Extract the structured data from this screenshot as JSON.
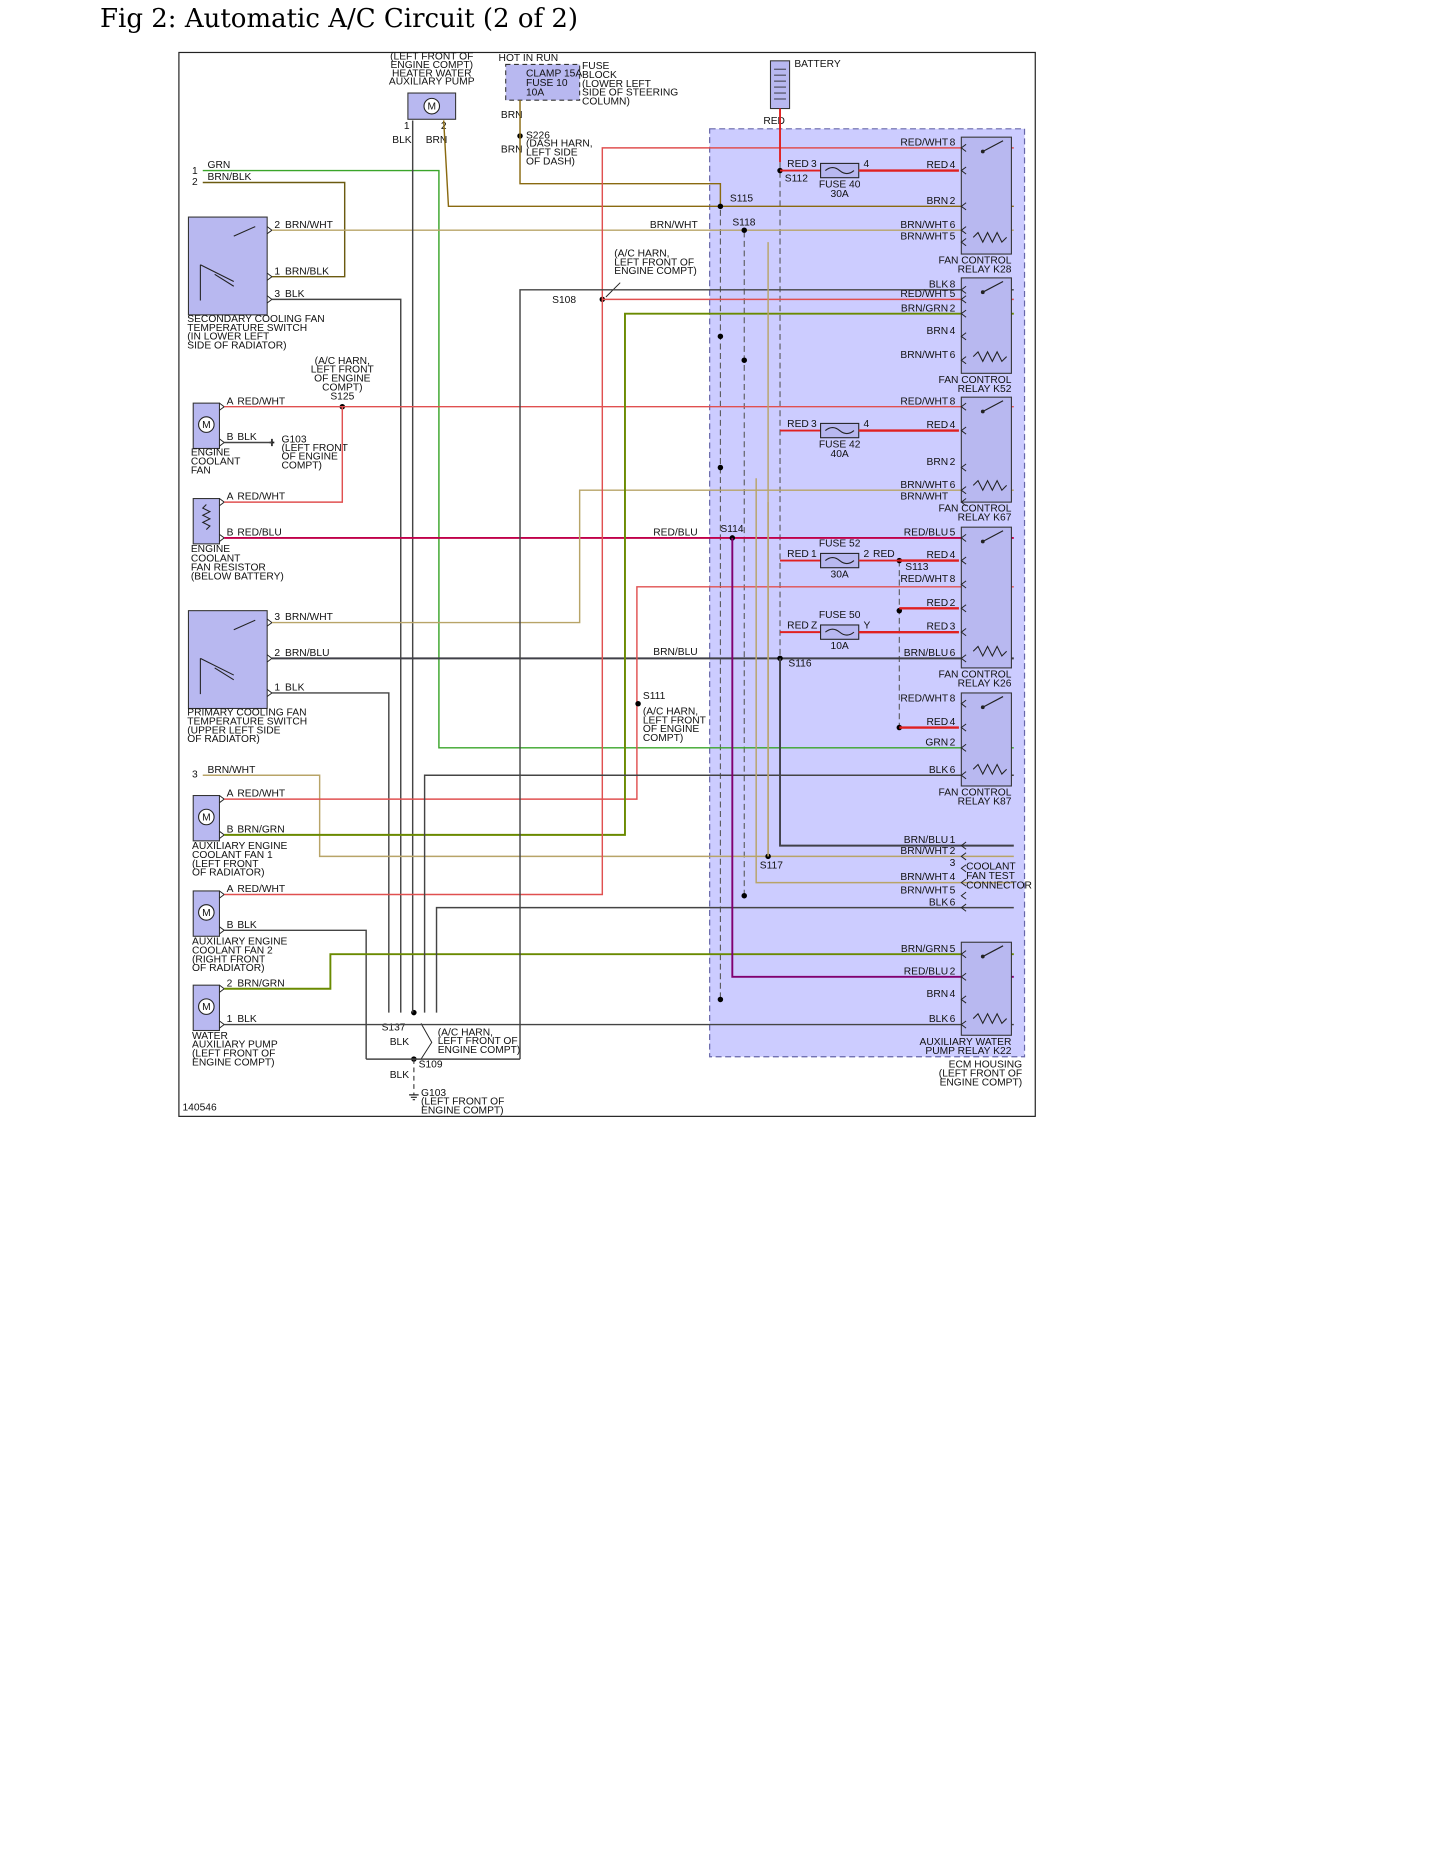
{
  "page": {
    "title": "Fig 2: Automatic A/C Circuit (2 of 2)",
    "figure_id": "140546"
  },
  "colors": {
    "red": "#e02020",
    "brn": "#8a6a10",
    "grn": "#3aa52a",
    "blk": "#444444",
    "red_wht": "#e05050",
    "brn_wht": "#b8a468",
    "brn_blk": "#6b5a10",
    "red_blu": "#c0004a",
    "brn_grn": "#6a8a00",
    "brn_blu": "#404048",
    "purple": "#800070",
    "housing_fill": "#ccccff",
    "housing_stroke": "#6666aa",
    "component_fill": "#b8b8f0"
  },
  "components": {
    "heater_pump": {
      "label": "(LEFT FRONT OF\nENGINE COMPT)\nHEATER WATER\nAUXILIARY PUMP",
      "pin1": "1",
      "pin2": "2",
      "w1": "BLK",
      "w2": "BRN"
    },
    "hot_in_run": "HOT IN RUN",
    "fuse_block": {
      "clamp": "CLAMP 15A",
      "fuse": "FUSE 10",
      "rating": "10A",
      "label": "FUSE\nBLOCK\n(LOWER LEFT\nSIDE OF STEERING\nCOLUMN)",
      "wire_top": "BRN",
      "wire_bottom": "BRN"
    },
    "s226": {
      "name": "S226",
      "label": "(DASH HARN,\nLEFT SIDE\nOF DASH)"
    },
    "battery": {
      "label": "BATTERY",
      "wire": "RED"
    },
    "s108": {
      "name": "S108",
      "label": "(A/C HARN,\nLEFT FRONT OF\nENGINE COMPT)"
    },
    "secondary_switch": {
      "label": "SECONDARY COOLING FAN\nTEMPERATURE SWITCH\n(IN LOWER LEFT\nSIDE OF RADIATOR)",
      "pins": [
        {
          "pin": "2",
          "wire": "BRN/WHT"
        },
        {
          "pin": "1",
          "wire": "BRN/BLK"
        },
        {
          "pin": "3",
          "wire": "BLK"
        }
      ]
    },
    "top_inputs": [
      {
        "pin": "1",
        "wire": "GRN"
      },
      {
        "pin": "2",
        "wire": "BRN/BLK"
      }
    ],
    "s125": {
      "name": "S125",
      "label": "(A/C HARN,\nLEFT FRONT\nOF ENGINE\nCOMPT)"
    },
    "engine_coolant_fan": {
      "label": "ENGINE\nCOOLANT\nFAN",
      "pinA": "A",
      "wireA": "RED/WHT",
      "pinB": "B",
      "wireB": "BLK"
    },
    "g103a": {
      "name": "G103",
      "label": "(LEFT FRONT\nOF ENGINE\nCOMPT)"
    },
    "fan_resistor": {
      "label": "ENGINE\nCOOLANT\nFAN RESISTOR\n(BELOW BATTERY)",
      "pinA": "A",
      "wireA": "RED/WHT",
      "pinB": "B",
      "wireB": "RED/BLU"
    },
    "primary_switch": {
      "label": "PRIMARY COOLING FAN\nTEMPERATURE SWITCH\n(UPPER LEFT SIDE\nOF RADIATOR)",
      "pins": [
        {
          "pin": "3",
          "wire": "BRN/WHT"
        },
        {
          "pin": "2",
          "wire": "BRN/BLU"
        },
        {
          "pin": "1",
          "wire": "BLK"
        }
      ]
    },
    "input3": {
      "pin": "3",
      "wire": "BRN/WHT"
    },
    "aux_fan1": {
      "label": "AUXILIARY ENGINE\nCOOLANT FAN 1\n(LEFT FRONT\nOF RADIATOR)",
      "pinA": "A",
      "wireA": "RED/WHT",
      "pinB": "B",
      "wireB": "BRN/GRN"
    },
    "aux_fan2": {
      "label": "AUXILIARY ENGINE\nCOOLANT FAN 2\n(RIGHT FRONT\nOF RADIATOR)",
      "pinA": "A",
      "wireA": "RED/WHT",
      "pinB": "B",
      "wireB": "BLK"
    },
    "water_pump": {
      "label": "WATER\nAUXILIARY PUMP\n(LEFT FRONT OF\nENGINE COMPT)",
      "pin2": "2",
      "wire2": "BRN/GRN",
      "pin1": "1",
      "wire1": "BLK"
    },
    "s137": {
      "name": "S137",
      "wire": "BLK",
      "label": "(A/C HARN,\nLEFT FRONT OF\nENGINE COMPT)"
    },
    "s109": {
      "name": "S109",
      "wire": "BLK"
    },
    "g103b": {
      "name": "G103",
      "label": "(LEFT FRONT OF\nENGINE COMPT)"
    },
    "splices": {
      "s115": "S115",
      "s118": "S118",
      "s112": "S112",
      "s114": "S114",
      "s113": "S113",
      "s116": "S116",
      "s111": "S111",
      "s117": "S117"
    },
    "s111_label": "(A/C HARN,\nLEFT FRONT\nOF ENGINE\nCOMPT)",
    "wire_mid": {
      "brn_wht": "BRN/WHT",
      "red_blu": "RED/BLU",
      "brn_blu": "BRN/BLU"
    },
    "fuse40": {
      "name": "FUSE 40",
      "rating": "30A",
      "in_wire": "RED",
      "in_pin": "3",
      "out_pin": "4"
    },
    "fuse42": {
      "name": "FUSE 42",
      "rating": "40A",
      "in_wire": "RED",
      "in_pin": "3",
      "out_pin": "4"
    },
    "fuse52": {
      "name": "FUSE 52",
      "rating": "30A",
      "in_wire": "RED",
      "in_pin": "1",
      "out_pin": "2",
      "out_wire": "RED"
    },
    "fuse50": {
      "name": "FUSE 50",
      "rating": "10A",
      "in_wire": "RED",
      "in_pin": "Z",
      "out_pin": "Y"
    },
    "relay_k28": {
      "label": "FAN CONTROL\nRELAY K28",
      "pins": [
        [
          "RED/WHT",
          "8"
        ],
        [
          "RED",
          "4"
        ],
        [
          "BRN",
          "2"
        ],
        [
          "BRN/WHT",
          "6"
        ],
        [
          "BRN/WHT",
          "5"
        ]
      ]
    },
    "relay_k52": {
      "label": "FAN CONTROL\nRELAY K52",
      "pins": [
        [
          "BLK",
          "8"
        ],
        [
          "RED/WHT",
          "5"
        ],
        [
          "BRN/GRN",
          "2"
        ],
        [
          "BRN",
          "4"
        ],
        [
          "BRN/WHT",
          "6"
        ]
      ]
    },
    "relay_k67": {
      "label": "FAN CONTROL\nRELAY K67",
      "pins": [
        [
          "RED/WHT",
          "8"
        ],
        [
          "RED",
          "4"
        ],
        [
          "BRN",
          "2"
        ],
        [
          "BRN/WHT",
          "6"
        ],
        [
          "BRN/WHT",
          ""
        ]
      ]
    },
    "relay_k26": {
      "label": "FAN CONTROL\nRELAY K26",
      "pins": [
        [
          "RED/BLU",
          "5"
        ],
        [
          "RED",
          "4"
        ],
        [
          "RED/WHT",
          "8"
        ],
        [
          "RED",
          "2"
        ],
        [
          "RED",
          "3"
        ],
        [
          "BRN/BLU",
          "6"
        ]
      ]
    },
    "relay_k87": {
      "label": "FAN CONTROL\nRELAY K87",
      "pins": [
        [
          "RED/WHT",
          "8"
        ],
        [
          "RED",
          "4"
        ],
        [
          "GRN",
          "2"
        ],
        [
          "BLK",
          "6"
        ]
      ]
    },
    "coolant_connector": {
      "label": "COOLANT\nFAN TEST\nCONNECTOR",
      "pins": [
        [
          "BRN/BLU",
          "1"
        ],
        [
          "BRN/WHT",
          "2"
        ],
        [
          "",
          "3"
        ],
        [
          "BRN/WHT",
          "4"
        ],
        [
          "BRN/WHT",
          "5"
        ],
        [
          "BLK",
          "6"
        ]
      ]
    },
    "relay_k22": {
      "label": "AUXILIARY WATER\nPUMP RELAY K22",
      "pins": [
        [
          "BRN/GRN",
          "5"
        ],
        [
          "RED/BLU",
          "2"
        ],
        [
          "BRN",
          "4"
        ],
        [
          "BLK",
          "6"
        ]
      ]
    },
    "ecm_housing": "ECM HOUSING\n(LEFT FRONT OF\nENGINE COMPT)"
  }
}
